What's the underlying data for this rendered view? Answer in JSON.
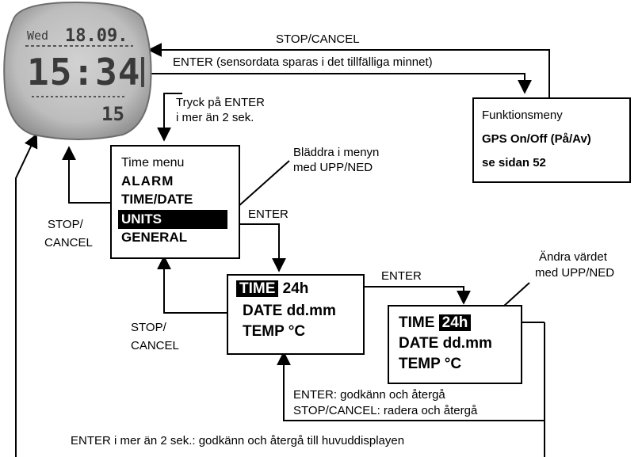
{
  "watch": {
    "day_label": "Wed",
    "date_value": "18.09.",
    "time_value": "15:34",
    "seconds_value": "15"
  },
  "arrows": {
    "top_cancel": "STOP/CANCEL",
    "top_enter": "ENTER (sensordata sparas i det tillfälliga minnet)",
    "hold_enter_line1": "Tryck på ENTER",
    "hold_enter_line2": "i mer än 2 sek.",
    "left_cancel_line1": "STOP/",
    "left_cancel_line2": "CANCEL",
    "units_enter": "ENTER",
    "mid_cancel_line1": "STOP/",
    "mid_cancel_line2": "CANCEL",
    "time_enter": "ENTER",
    "confirm_line1": "ENTER: godkänn och återgå",
    "confirm_line2": "STOP/CANCEL: radera och återgå",
    "bottom_note": "ENTER i mer än 2 sek.: godkänn och återgå till huvuddisplayen"
  },
  "notes": {
    "scroll_line1": "Bläddra i menyn",
    "scroll_line2": "med UPP/NED",
    "change_line1": "Ändra värdet",
    "change_line2": "med UPP/NED"
  },
  "function_menu": {
    "title": "Funktionsmeny",
    "line1": "GPS On/Off (På/Av)",
    "line2": "se sidan 52"
  },
  "time_menu": {
    "title": "Time menu",
    "items": [
      "ALARM",
      "TIME/DATE",
      "UNITS",
      "GENERAL"
    ]
  },
  "units_menu": {
    "time_label": "TIME",
    "time_value": "24h",
    "date_label": "DATE",
    "date_value": "dd.mm",
    "temp_label": "TEMP",
    "temp_value": "°C"
  },
  "edit_menu": {
    "time_label": "TIME",
    "time_value": "24h",
    "date_label": "DATE",
    "date_value": "dd.mm",
    "temp_label": "TEMP",
    "temp_value": "°C"
  }
}
